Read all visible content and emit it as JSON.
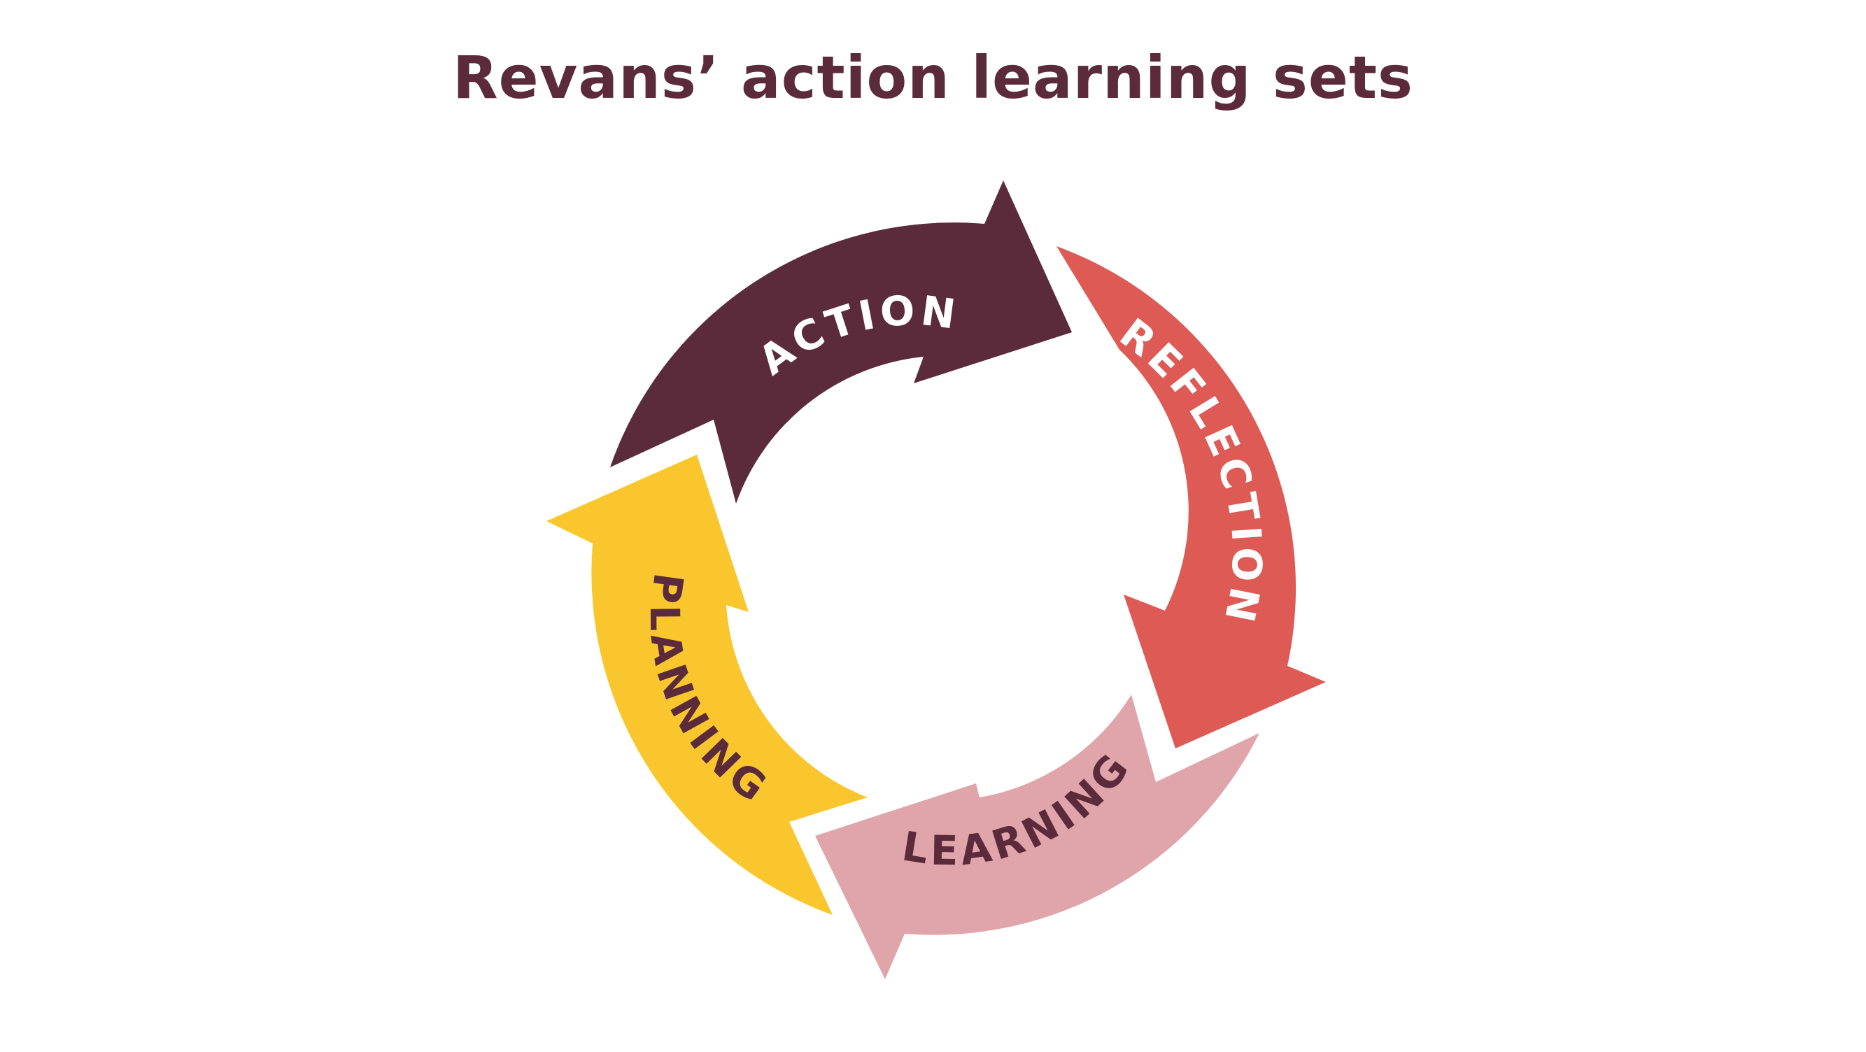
{
  "title": "Revans’ action learning sets",
  "cycle": [
    {
      "id": "action",
      "label": "ACTION",
      "fill": "#5b2a3b",
      "text_color": "#ffffff"
    },
    {
      "id": "reflection",
      "label": "REFLECTION",
      "fill": "#dd5a55",
      "text_color": "#ffffff"
    },
    {
      "id": "learning",
      "label": "LEARNING",
      "fill": "#e0a5aa",
      "text_color": "#5b2a3b"
    },
    {
      "id": "planning",
      "label": "PLANNING",
      "fill": "#f9c72d",
      "text_color": "#5b2a3b"
    }
  ]
}
